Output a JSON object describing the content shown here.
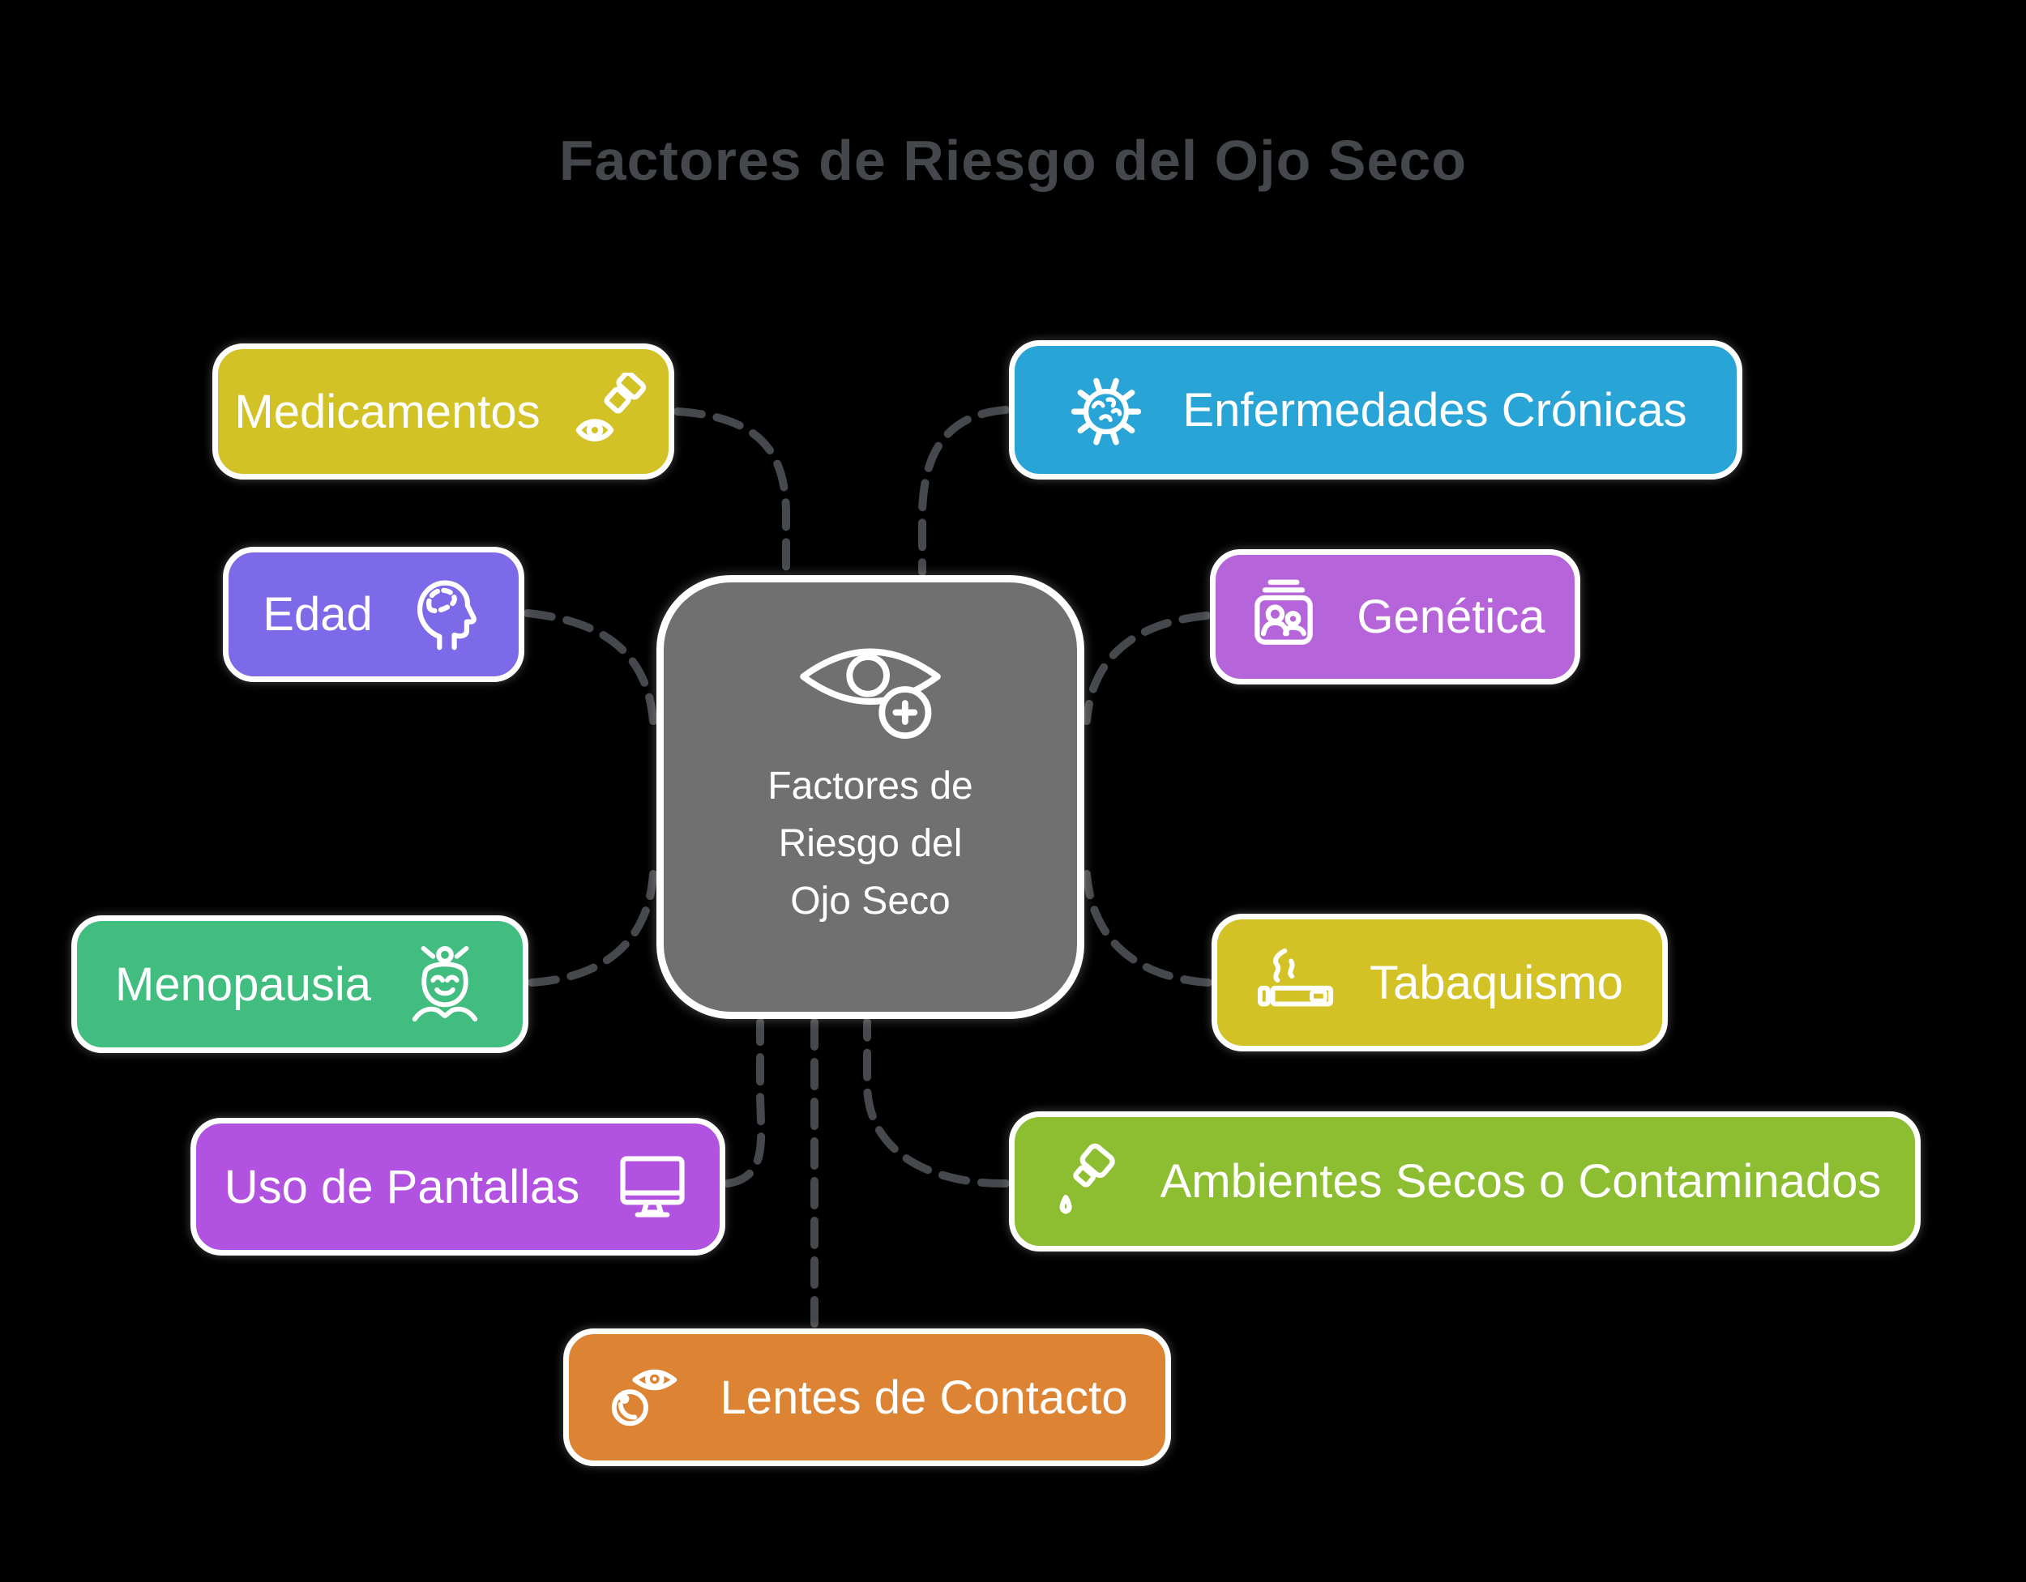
{
  "title": "Factores de Riesgo del Ojo Seco",
  "center": {
    "label": "Factores de Riesgo del Ojo Seco",
    "line1": "Factores de",
    "line2": "Riesgo del",
    "line3": "Ojo Seco",
    "icon": "eye-plus-icon",
    "color": "#707070"
  },
  "nodes": [
    {
      "id": "medicamentos",
      "label": "Medicamentos",
      "color": "#d2c226",
      "icon": "eye-dropper-icon",
      "icon_side": "right"
    },
    {
      "id": "edad",
      "label": "Edad",
      "color": "#7c6ae9",
      "icon": "head-brain-icon",
      "icon_side": "right"
    },
    {
      "id": "menopausia",
      "label": "Menopausia",
      "color": "#41bd80",
      "icon": "older-woman-icon",
      "icon_side": "right"
    },
    {
      "id": "uso-pantallas",
      "label": "Uso de Pantallas",
      "color": "#b152e0",
      "icon": "monitor-icon",
      "icon_side": "right"
    },
    {
      "id": "lentes",
      "label": "Lentes de Contacto",
      "color": "#dd8334",
      "icon": "contact-lens-icon",
      "icon_side": "left"
    },
    {
      "id": "enfermedades",
      "label": "Enfermedades Crónicas",
      "color": "#29a4d6",
      "icon": "virus-icon",
      "icon_side": "left"
    },
    {
      "id": "genetica",
      "label": "Genética",
      "color": "#b565d9",
      "icon": "family-photos-icon",
      "icon_side": "left"
    },
    {
      "id": "tabaquismo",
      "label": "Tabaquismo",
      "color": "#d2c226",
      "icon": "cigarette-icon",
      "icon_side": "left"
    },
    {
      "id": "ambientes",
      "label": "Ambientes Secos o Contaminados",
      "color": "#8dbd31",
      "icon": "dropper-bottle-icon",
      "icon_side": "left"
    }
  ],
  "palette": {
    "background": "#000000",
    "title_color": "#44474b",
    "connector_color": "#45484c",
    "node_text_color": "#ffffff",
    "node_border": "#ffffff"
  }
}
